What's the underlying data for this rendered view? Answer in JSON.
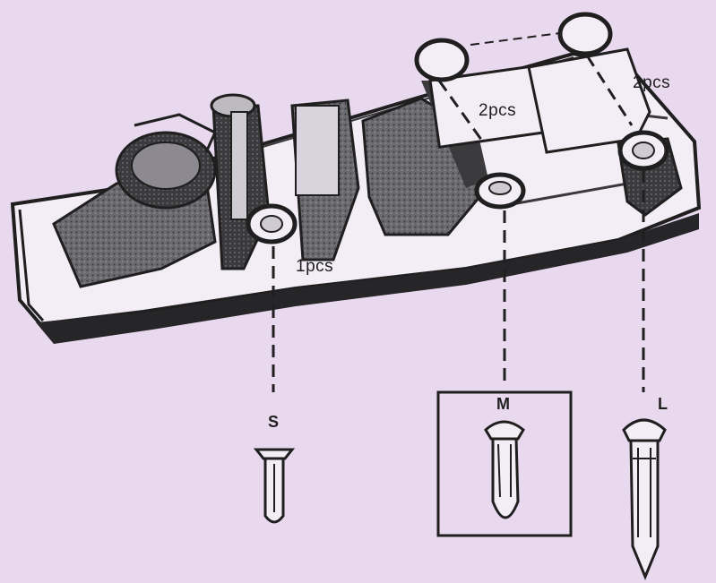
{
  "colors": {
    "background": "#e9d9ee",
    "ink": "#1f1f1f",
    "plate": "#f3eef6",
    "shade": "#5c5a5e"
  },
  "quantities": {
    "small": "1pcs",
    "medium": "2pcs",
    "large": "2pcs"
  },
  "sizes": {
    "small": "S",
    "medium": "M",
    "large": "L"
  },
  "parts": [
    {
      "name": "small-pin",
      "size": "S",
      "quantity": "1pcs"
    },
    {
      "name": "medium-pin",
      "size": "M",
      "quantity": "2pcs",
      "highlighted": true
    },
    {
      "name": "large-pin",
      "size": "L",
      "quantity": "2pcs"
    }
  ]
}
